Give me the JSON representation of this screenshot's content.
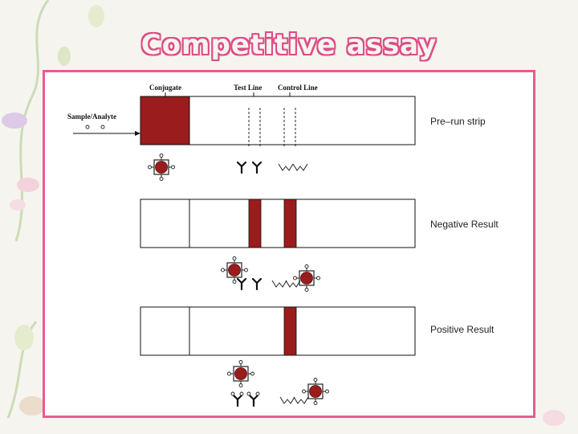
{
  "title": "Competitive  assay",
  "labels": {
    "conjugate": "Conjugate",
    "test_line": "Test Line",
    "control_line": "Control Line",
    "sample": "Sample/Analyte"
  },
  "results": {
    "pre_run": "Pre–run strip",
    "negative": "Negative Result",
    "positive": "Positive Result"
  },
  "colors": {
    "strip_fill": "#9b1c1c",
    "title_outline": "#dd4c86",
    "frame_border": "#e85c92"
  }
}
